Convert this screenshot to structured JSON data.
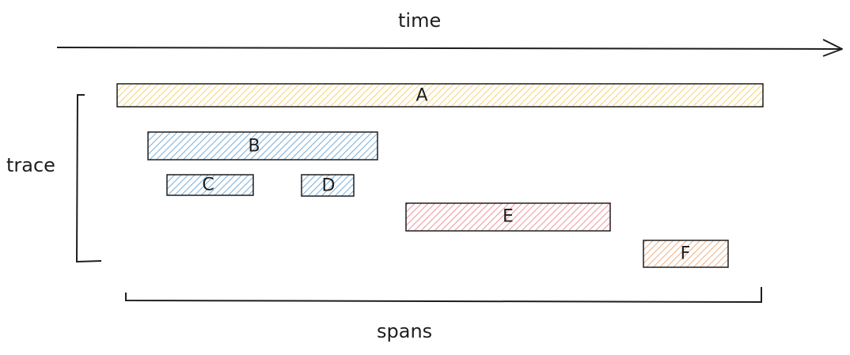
{
  "axis": {
    "label": "time"
  },
  "trace": {
    "label": "trace"
  },
  "spans_group": {
    "label": "spans"
  },
  "spans": [
    {
      "id": "A",
      "label": "A",
      "color": "#f5c342",
      "border": "#e0b13a"
    },
    {
      "id": "B",
      "label": "B",
      "color": "#4a90c8",
      "border": "#3c7db0"
    },
    {
      "id": "C",
      "label": "C",
      "color": "#4a90c8",
      "border": "#3c7db0"
    },
    {
      "id": "D",
      "label": "D",
      "color": "#4a90c8",
      "border": "#3c7db0"
    },
    {
      "id": "E",
      "label": "E",
      "color": "#e8707a",
      "border": "#d0606a"
    },
    {
      "id": "F",
      "label": "F",
      "color": "#e8955a",
      "border": "#c97a45"
    }
  ],
  "stroke_color": "#1e1e1e"
}
